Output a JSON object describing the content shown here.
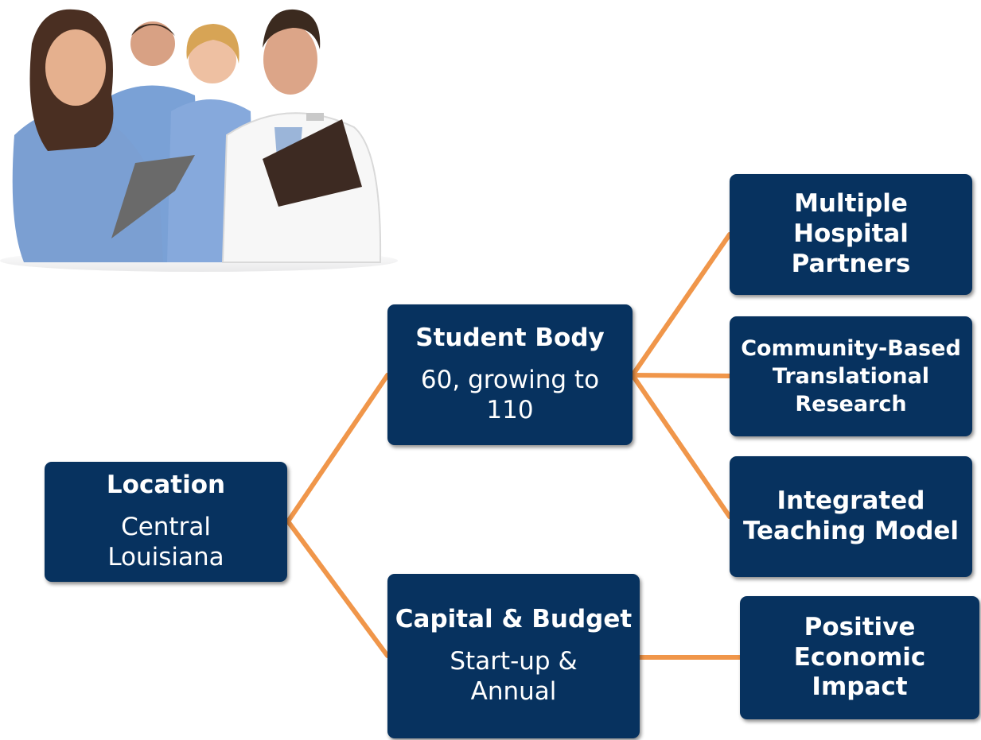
{
  "colors": {
    "node_fill": "#07325f",
    "node_text": "#ffffff",
    "connector": "#f0964a"
  },
  "photo": {
    "subject": "group of medical professionals"
  },
  "nodes": {
    "location": {
      "title": "Location",
      "body": "Central Louisiana"
    },
    "student_body": {
      "title": "Student Body",
      "body": "60, growing to 110"
    },
    "capital": {
      "title": "Capital & Budget",
      "body": "Start-up & Annual"
    },
    "hospital": {
      "label": "Multiple Hospital Partners"
    },
    "community": {
      "label": "Community-Based Translational Research"
    },
    "teaching": {
      "label": "Integrated Teaching Model"
    },
    "economic": {
      "label": "Positive Economic Impact"
    }
  }
}
